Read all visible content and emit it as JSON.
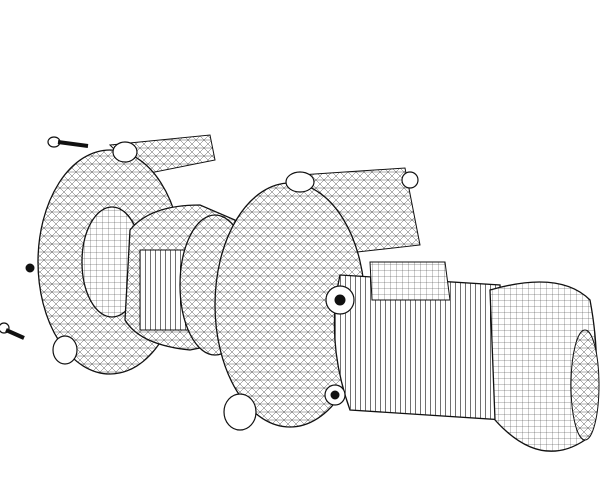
{
  "illustration": {
    "style": "wireframe",
    "colors": {
      "background": "#ffffff",
      "line": "#111111"
    },
    "parts": [
      "bolt",
      "bolt",
      "bolt",
      "front-volute-casing",
      "impeller",
      "rear-volute-casing",
      "electric-motor",
      "motor-fan-cover"
    ]
  }
}
